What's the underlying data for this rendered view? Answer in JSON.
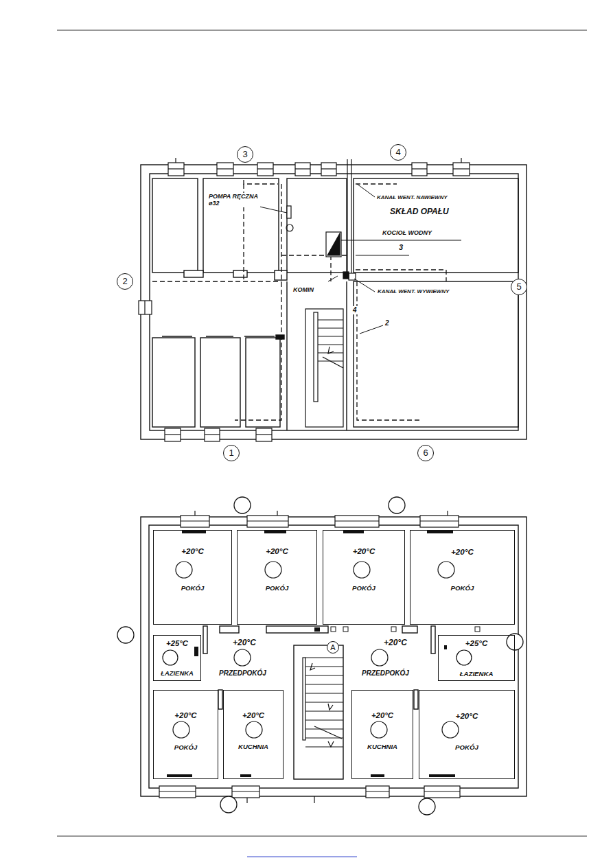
{
  "diagram": {
    "nodes": [
      {
        "text": [
          "3"
        ]
      },
      {
        "text": [
          "4"
        ]
      },
      {
        "text": [
          "2"
        ]
      },
      {
        "text": [
          "5"
        ]
      },
      {
        "text": [
          "1"
        ]
      },
      {
        "text": [
          "6"
        ]
      },
      {
        "text": [
          "+20°C",
          "POKÓJ"
        ]
      },
      {
        "text": [
          "+20°C",
          "POKÓJ"
        ]
      },
      {
        "text": [
          "+20°C",
          "POKÓJ"
        ]
      },
      {
        "text": [
          "+20°C",
          "POKÓJ"
        ]
      },
      {
        "text": [
          "+25°C",
          "ŁAZIENKA"
        ]
      },
      {
        "text": [
          "A"
        ]
      },
      {
        "text": [
          "+25°C",
          "ŁAZIENKA"
        ]
      },
      {
        "text": [
          "+20°C",
          "POKÓJ"
        ]
      },
      {
        "text": [
          "+20°C",
          "KUCHNIA"
        ]
      },
      {
        "text": [
          "+20°C",
          "KUCHNIA"
        ]
      },
      {
        "text": [
          "+20°C",
          "POKÓJ"
        ]
      }
    ],
    "labels": [
      "POMPA RĘCZNA ø32",
      "KANAŁ WENT. NAWIEWNY",
      "SKŁAD OPAŁU",
      "KOCIOŁ WODNY",
      "3",
      "KOMIN",
      "KANAŁ WENT. WYWIEWNY",
      "4",
      "2",
      "+20°C",
      "PRZEDPOKÓJ",
      "+20°C",
      "PRZEDPOKÓJ"
    ]
  }
}
